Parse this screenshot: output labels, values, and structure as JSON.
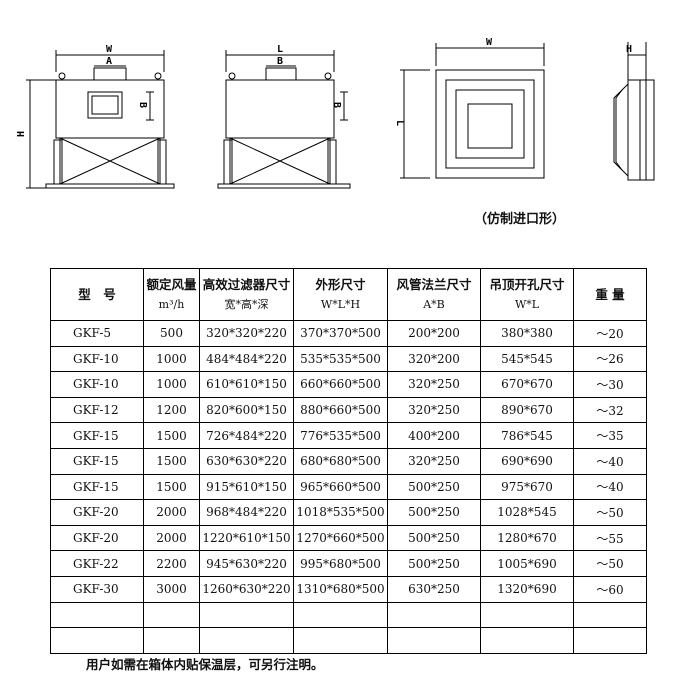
{
  "drawings": {
    "front": {
      "w": "W",
      "a": "A",
      "b": "B",
      "h": "H"
    },
    "side": {
      "l": "L",
      "b": "B",
      "b2": "B"
    },
    "top": {
      "w": "W",
      "l": "L"
    },
    "end": {
      "h": "H"
    },
    "caption": "（仿制进口形）"
  },
  "table": {
    "headers": [
      {
        "title": "型　号",
        "sub": ""
      },
      {
        "title": "额定风量",
        "sub": "m³/h"
      },
      {
        "title": "高效过滤器尺寸",
        "sub": "宽*高*深"
      },
      {
        "title": "外形尺寸",
        "sub": "W*L*H"
      },
      {
        "title": "风管法兰尺寸",
        "sub": "A*B"
      },
      {
        "title": "吊顶开孔尺寸",
        "sub": "W*L"
      },
      {
        "title": "重 量",
        "sub": ""
      }
    ],
    "rows": [
      [
        "GKF-5",
        "500",
        "320*320*220",
        "370*370*500",
        "200*200",
        "380*380",
        "～20"
      ],
      [
        "GKF-10",
        "1000",
        "484*484*220",
        "535*535*500",
        "320*200",
        "545*545",
        "～26"
      ],
      [
        "GKF-10",
        "1000",
        "610*610*150",
        "660*660*500",
        "320*250",
        "670*670",
        "～30"
      ],
      [
        "GKF-12",
        "1200",
        "820*600*150",
        "880*660*500",
        "320*250",
        "890*670",
        "～32"
      ],
      [
        "GKF-15",
        "1500",
        "726*484*220",
        "776*535*500",
        "400*200",
        "786*545",
        "～35"
      ],
      [
        "GKF-15",
        "1500",
        "630*630*220",
        "680*680*500",
        "320*250",
        "690*690",
        "～40"
      ],
      [
        "GKF-15",
        "1500",
        "915*610*150",
        "965*660*500",
        "500*250",
        "975*670",
        "～40"
      ],
      [
        "GKF-20",
        "2000",
        "968*484*220",
        "1018*535*500",
        "500*250",
        "1028*545",
        "～50"
      ],
      [
        "GKF-20",
        "2000",
        "1220*610*150",
        "1270*660*500",
        "500*250",
        "1280*670",
        "～55"
      ],
      [
        "GKF-22",
        "2200",
        "945*630*220",
        "995*680*500",
        "500*250",
        "1005*690",
        "～50"
      ],
      [
        "GKF-30",
        "3000",
        "1260*630*220",
        "1310*680*500",
        "630*250",
        "1320*690",
        "～60"
      ],
      [
        "",
        "",
        "",
        "",
        "",
        "",
        ""
      ],
      [
        "",
        "",
        "",
        "",
        "",
        "",
        ""
      ]
    ]
  },
  "note": "用户如需在箱体内贴保温层，可另行注明。"
}
